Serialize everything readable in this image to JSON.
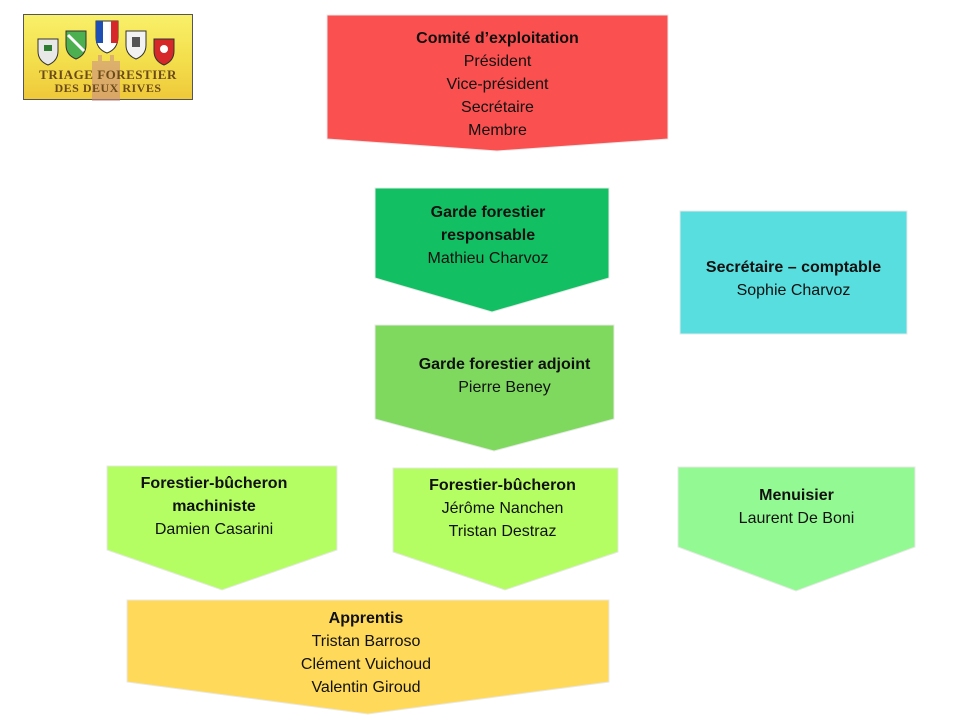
{
  "logo": {
    "line1": "TRIAGE FORESTIER",
    "line2": "DES DEUX RIVES"
  },
  "colors": {
    "comite": "#fb5050",
    "garde": "#12c063",
    "adjoint": "#7fd95f",
    "secretaire": "#58dede",
    "bucheron_machiniste": "#b4fd62",
    "bucheron": "#b4fd62",
    "menuisier": "#93f993",
    "apprentis": "#ffd95a"
  },
  "boxes": {
    "comite": {
      "title": "Comité d’exploitation",
      "lines": [
        "Président",
        "Vice-président",
        "Secrétaire",
        "Membre"
      ]
    },
    "garde": {
      "title1": "Garde forestier",
      "title2": "responsable",
      "name": "Mathieu Charvoz"
    },
    "adjoint": {
      "title": "Garde forestier adjoint",
      "name": "Pierre Beney"
    },
    "secretaire": {
      "title": "Secrétaire – comptable",
      "name": "Sophie Charvoz"
    },
    "bucheron_machiniste": {
      "title1": "Forestier-bûcheron",
      "title2": "machiniste",
      "name": "Damien Casarini"
    },
    "bucheron": {
      "title": "Forestier-bûcheron",
      "names": [
        "Jérôme Nanchen",
        "Tristan Destraz"
      ]
    },
    "menuisier": {
      "title": "Menuisier",
      "name": "Laurent De Boni"
    },
    "apprentis": {
      "title": "Apprentis",
      "names": [
        "Tristan Barroso",
        "Clément Vuichoud",
        "Valentin Giroud"
      ]
    }
  }
}
